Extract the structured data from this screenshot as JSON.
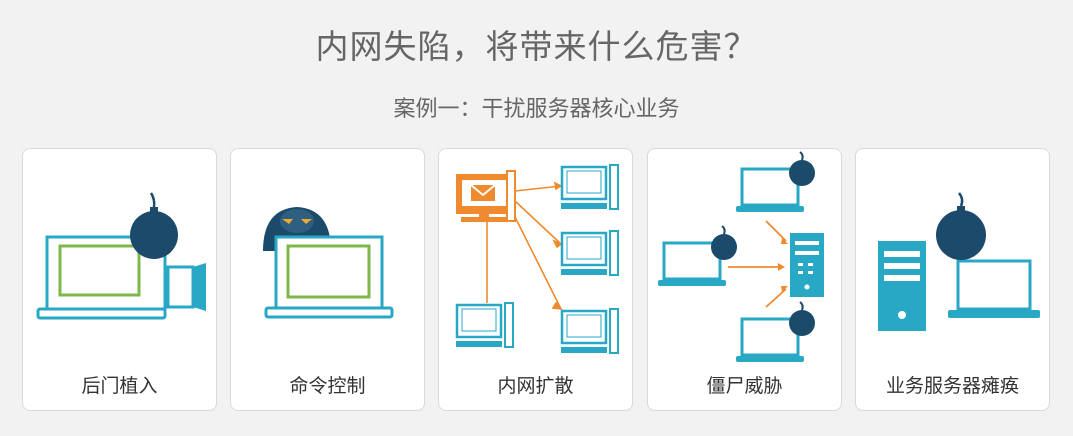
{
  "title": "内网失陷，将带来什么危害？",
  "subtitle": "案例一：干扰服务器核心业务",
  "colors": {
    "blue": "#29a8c6",
    "dark": "#1b4a6b",
    "green": "#7cb84a",
    "orange": "#f08a2e",
    "card_border": "#d9d9d9"
  },
  "cards": [
    {
      "label": "后门植入"
    },
    {
      "label": "命令控制"
    },
    {
      "label": "内网扩散"
    },
    {
      "label": "僵尸威胁"
    },
    {
      "label": "业务服务器瘫痪"
    }
  ]
}
